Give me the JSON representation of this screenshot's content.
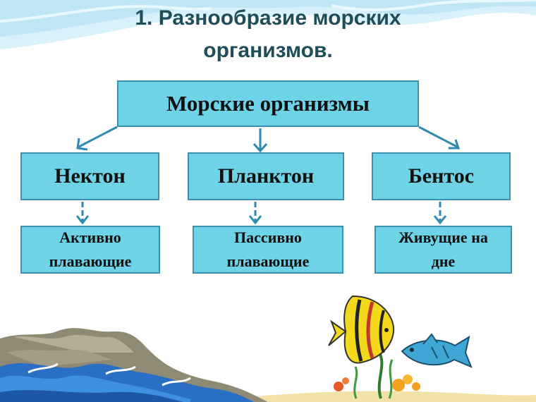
{
  "title": {
    "line1": "1. Разнообразие морских",
    "line2": "организмов."
  },
  "diagram": {
    "root": "Морские организмы",
    "groups": [
      {
        "name": "Нектон",
        "desc_line1": "Активно",
        "desc_line2": "плавающие"
      },
      {
        "name": "Планктон",
        "desc_line1": "Пассивно",
        "desc_line2": "плавающие"
      },
      {
        "name": "Бентос",
        "desc_line1": "Живущие на",
        "desc_line2": "дне"
      }
    ]
  },
  "colors": {
    "box_fill": "#6fd3e8",
    "box_border": "#3b8fb1",
    "arrow": "#2f8ab0",
    "title": "#1f4d5a",
    "wave": "#bfe6f5"
  }
}
